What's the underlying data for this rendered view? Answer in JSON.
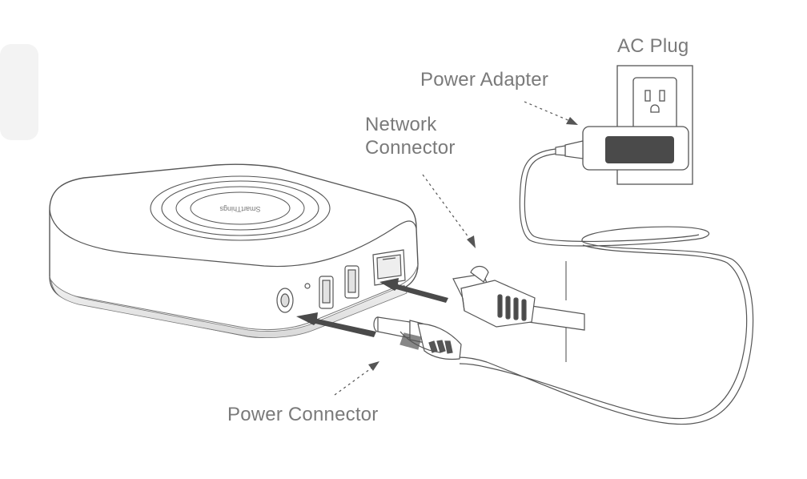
{
  "labels": {
    "ac_plug": "AC Plug",
    "power_adapter": "Power Adapter",
    "network_connector": "Network\nConnector",
    "power_connector": "Power Connector"
  },
  "hub": {
    "brand": "SmartThings"
  },
  "colors": {
    "outline": "#555555",
    "label_text": "#7a7a7a",
    "arrow_fill": "#4a4a4a",
    "adapter_label_fill": "#4a4a4a"
  }
}
